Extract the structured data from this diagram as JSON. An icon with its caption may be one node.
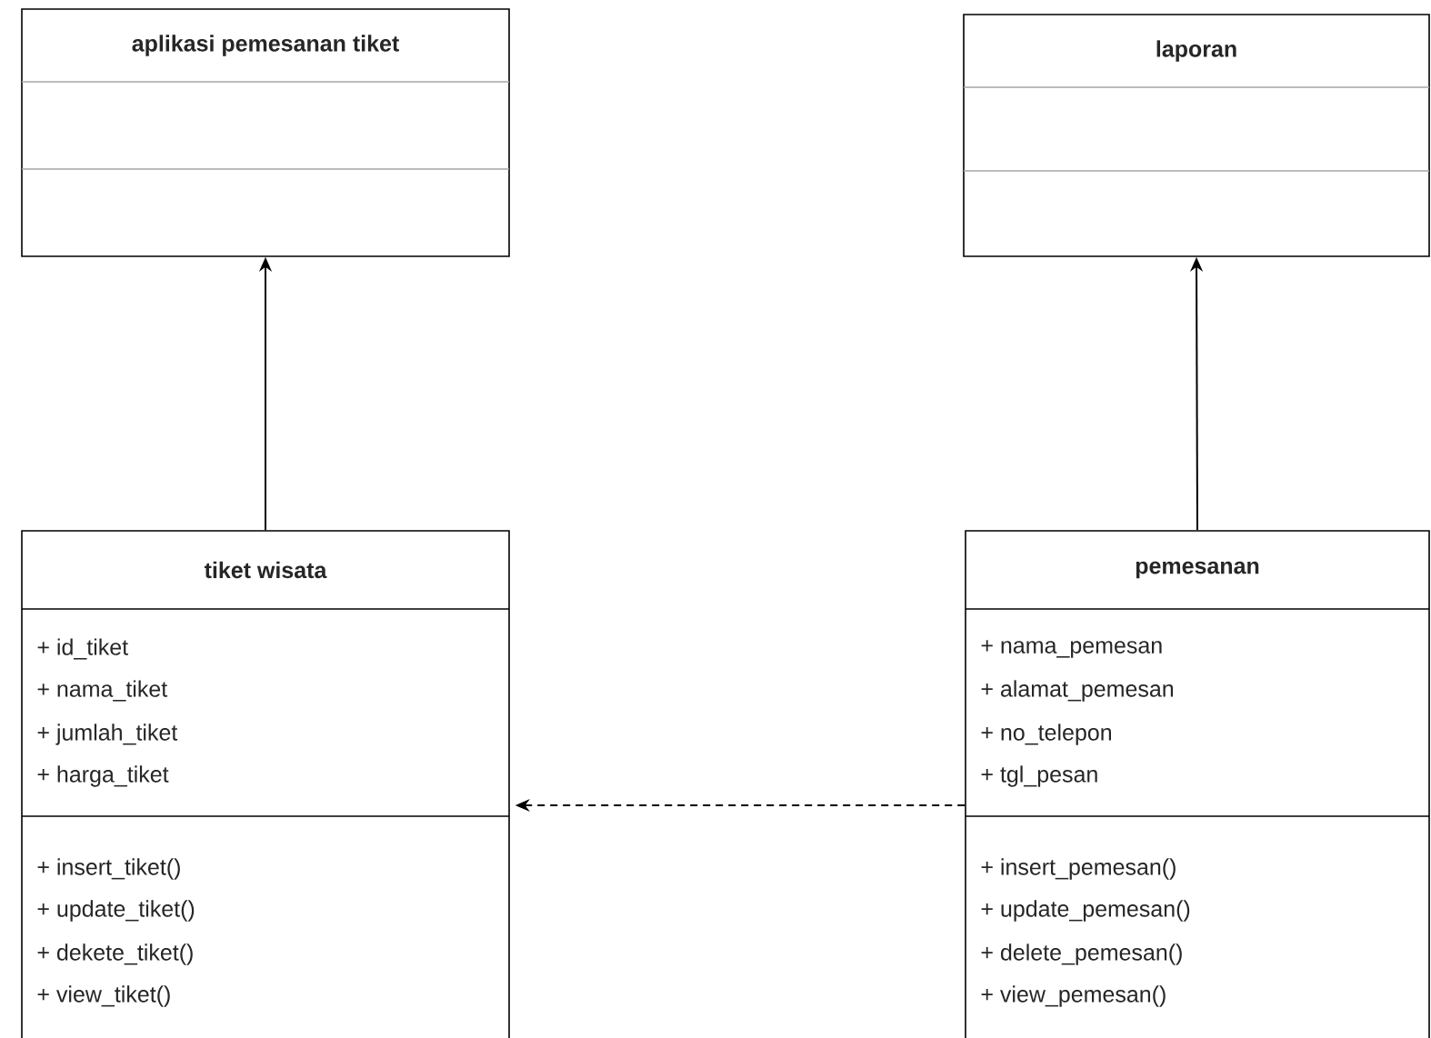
{
  "diagram": {
    "nodes": [
      {
        "text": [
          "aplikasi pemesanan tiket"
        ]
      },
      {
        "text": [
          "laporan"
        ]
      },
      {
        "text": [
          "tiket wisata",
          "+ id_tiket",
          "+ nama_tiket",
          "+ jumlah_tiket",
          "+ harga_tiket",
          "+ insert_tiket()",
          "+ update_tiket()",
          "+ dekete_tiket()",
          "+ view_tiket()"
        ]
      },
      {
        "text": [
          "pemesanan",
          "+ nama_pemesan",
          "+ alamat_pemesan",
          "+ no_telepon",
          "+ tgl_pesan",
          "+ insert_pemesan()",
          "+ update_pemesan()",
          "+ delete_pemesan()",
          "+ view_pemesan()"
        ]
      }
    ],
    "edges": [
      {
        "from": 2,
        "to": 0,
        "arrow": "to"
      },
      {
        "from": 3,
        "to": 1,
        "arrow": "to"
      },
      {
        "from": 3,
        "to": 2,
        "arrow": "to",
        "style": "dashed"
      }
    ]
  }
}
